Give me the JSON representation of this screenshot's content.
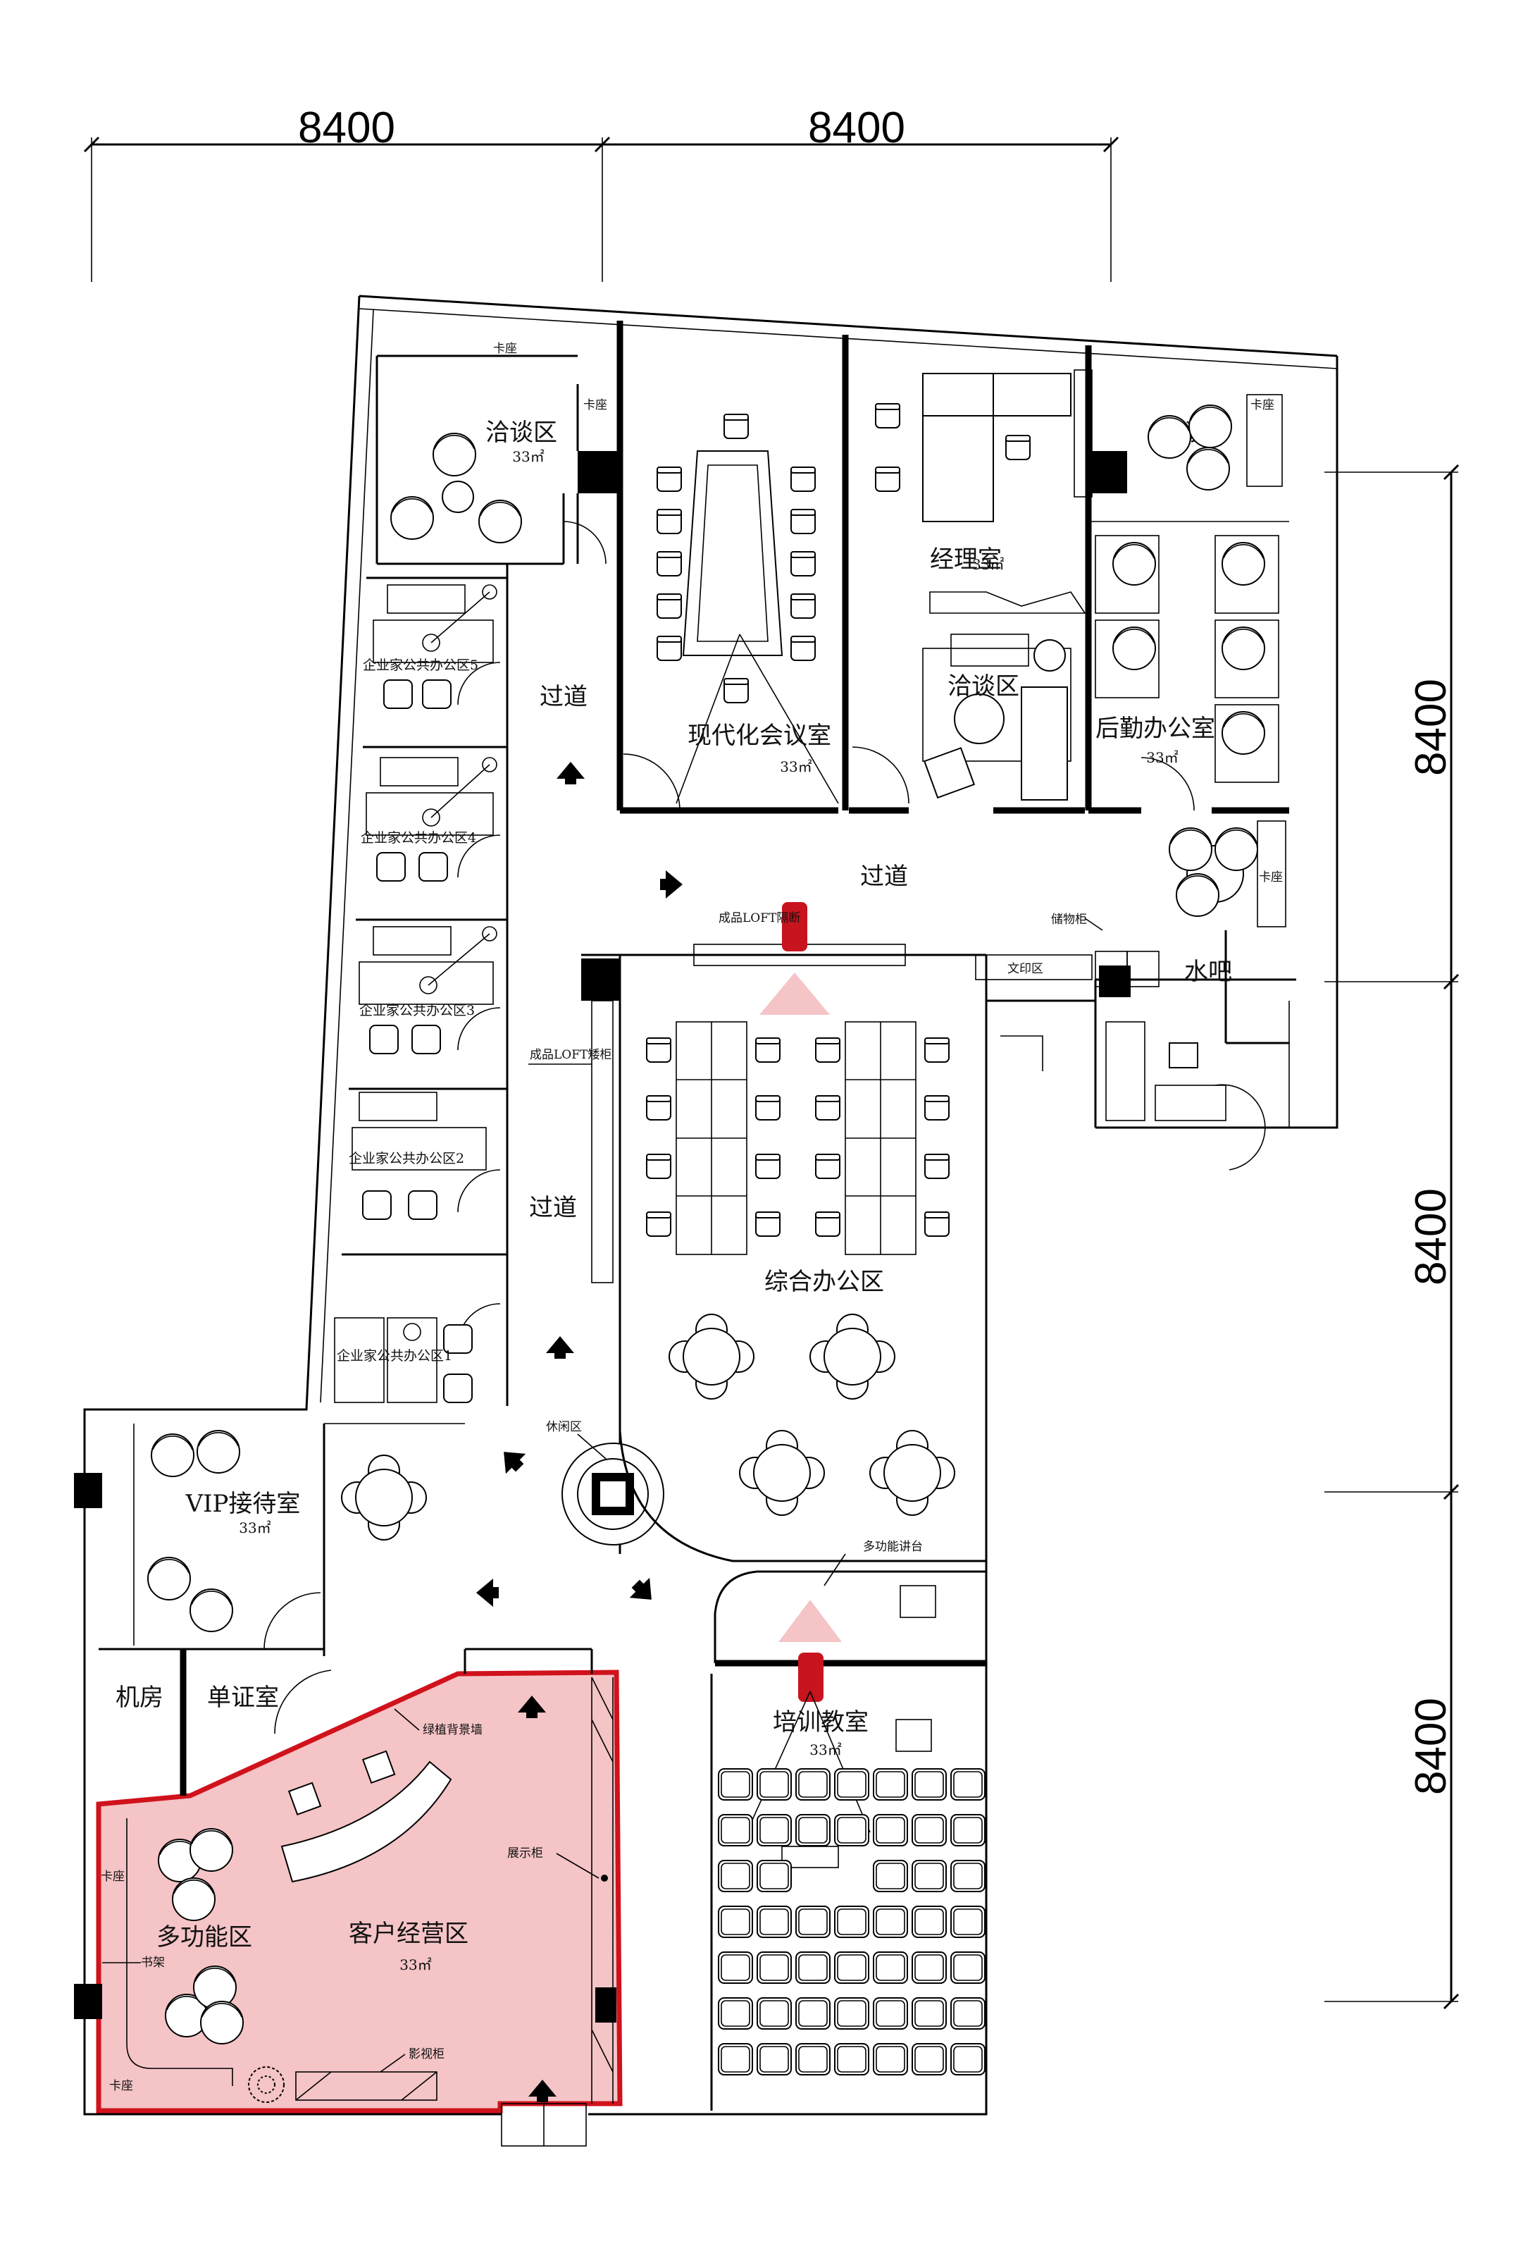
{
  "dimensions": {
    "top": [
      "8400",
      "8400"
    ],
    "right": [
      "8400",
      "8400",
      "8400"
    ]
  },
  "rooms": {
    "negotiation_top": {
      "label": "洽谈区",
      "area": "33㎡"
    },
    "meeting_room": {
      "label": "现代化会议室",
      "area": "33㎡"
    },
    "manager_room": {
      "label": "经理室",
      "area": "33㎡"
    },
    "manager_negotiation": {
      "label": "洽谈区"
    },
    "negotiation_small": {
      "label": "洽谈"
    },
    "logistics_office": {
      "label": "后勤办公室",
      "area": "33㎡"
    },
    "shared_office_5": {
      "label": "企业家公共办公区5"
    },
    "shared_office_4": {
      "label": "企业家公共办公区4"
    },
    "shared_office_3": {
      "label": "企业家公共办公区3"
    },
    "shared_office_2": {
      "label": "企业家公共办公区2"
    },
    "shared_office_1": {
      "label": "企业家公共办公区1"
    },
    "corridor_top": {
      "label": "过道"
    },
    "corridor_mid": {
      "label": "过道"
    },
    "corridor_main": {
      "label": "过道"
    },
    "water_bar": {
      "label": "水吧"
    },
    "open_office": {
      "label": "综合办公区"
    },
    "vip_room": {
      "label": "VIP接待室",
      "area": "33㎡"
    },
    "machine_room": {
      "label": "机房"
    },
    "document_room": {
      "label": "单证室"
    },
    "training_room": {
      "label": "培训教室",
      "area": "33㎡"
    },
    "multi_function": {
      "label": "多功能区"
    },
    "customer_area": {
      "label": "客户经营区",
      "area": "33㎡"
    }
  },
  "annotations": {
    "booth_1": "卡座",
    "booth_2": "卡座",
    "booth_3": "卡座",
    "booth_4": "卡座",
    "booth_5": "卡座",
    "booth_6": "卡座",
    "loft_partition": "成品LOFT隔断",
    "loft_cabinet": "成品LOFT矮柜",
    "storage": "储物柜",
    "print_area": "文印区",
    "lounge": "休闲区",
    "podium": "多功能讲台",
    "green_wall": "绿植背景墙",
    "display_cabinet": "展示柜",
    "bookshelf": "书架",
    "tv_cabinet": "影视柜"
  },
  "colors": {
    "highlight_fill": "#f5c4c6",
    "highlight_stroke": "#d0121c",
    "projector": "#c8141e"
  }
}
